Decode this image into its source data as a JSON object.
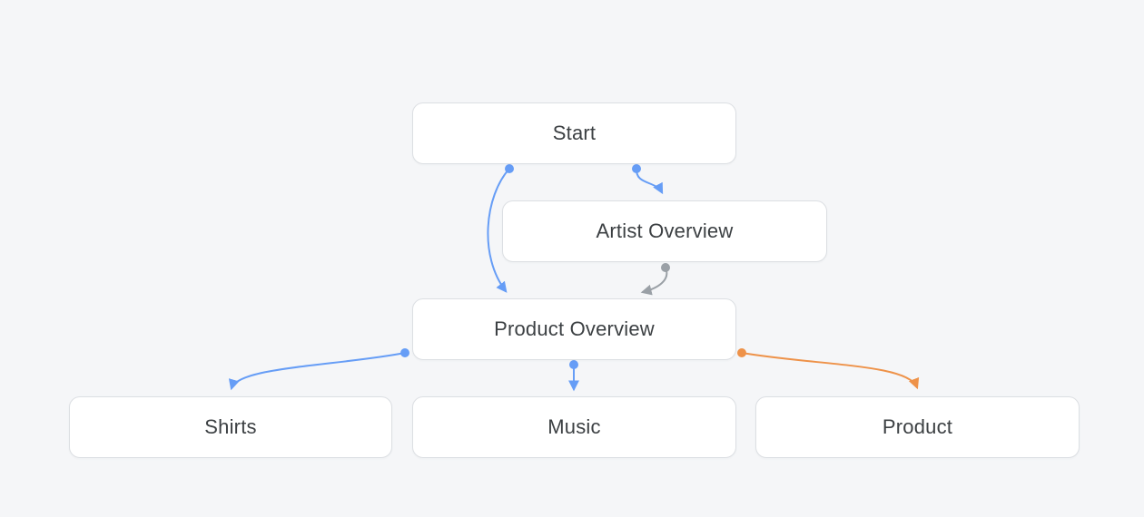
{
  "diagram": {
    "type": "flowchart",
    "background_color": "#f5f6f8",
    "node_fill": "#ffffff",
    "node_border_color": "#dcdfe3",
    "node_text_color": "#3c4043"
  },
  "nodes": {
    "start": {
      "label": "Start"
    },
    "artist_overview": {
      "label": "Artist Overview"
    },
    "product_overview": {
      "label": "Product Overview"
    },
    "shirts": {
      "label": "Shirts"
    },
    "music": {
      "label": "Music"
    },
    "product": {
      "label": "Product"
    }
  },
  "edges": [
    {
      "from": "start",
      "to": "artist_overview",
      "color": "#669df6"
    },
    {
      "from": "start",
      "to": "product_overview",
      "color": "#669df6"
    },
    {
      "from": "artist_overview",
      "to": "product_overview",
      "color": "#9aa0a6"
    },
    {
      "from": "product_overview",
      "to": "shirts",
      "color": "#669df6"
    },
    {
      "from": "product_overview",
      "to": "music",
      "color": "#669df6"
    },
    {
      "from": "product_overview",
      "to": "product",
      "color": "#ee9249"
    }
  ]
}
